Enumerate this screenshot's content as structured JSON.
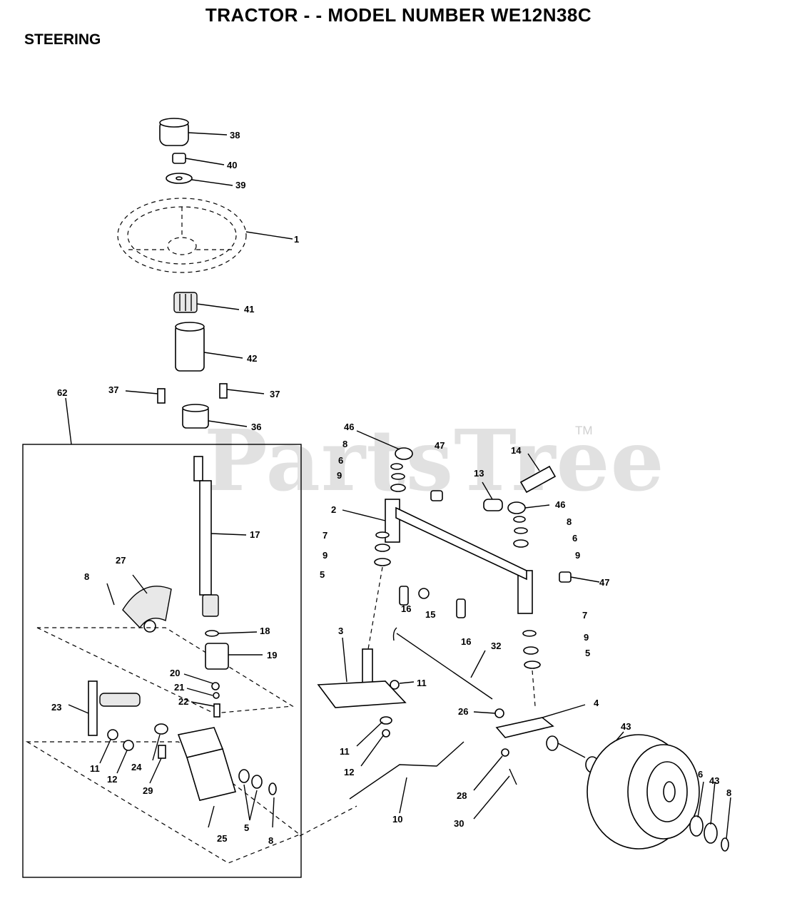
{
  "header": {
    "title": "TRACTOR - - MODEL NUMBER WE12N38C",
    "section": "STEERING"
  },
  "watermark": {
    "text": "PartsTree",
    "mark": "TM"
  },
  "colors": {
    "ink": "#000000",
    "watermark": "#d0d0d0",
    "background": "#ffffff"
  },
  "callouts": [
    "38",
    "40",
    "39",
    "1",
    "41",
    "42",
    "37",
    "37",
    "62",
    "36",
    "46",
    "8",
    "6",
    "9",
    "47",
    "13",
    "14",
    "2",
    "17",
    "27",
    "8",
    "7",
    "9",
    "5",
    "16",
    "15",
    "16",
    "46",
    "8",
    "6",
    "9",
    "47",
    "7",
    "9",
    "5",
    "18",
    "19",
    "3",
    "32",
    "20",
    "21",
    "11",
    "22",
    "23",
    "26",
    "4",
    "43",
    "11",
    "12",
    "24",
    "29",
    "11",
    "12",
    "28",
    "30",
    "10",
    "25",
    "5",
    "8",
    "6",
    "43",
    "8"
  ]
}
